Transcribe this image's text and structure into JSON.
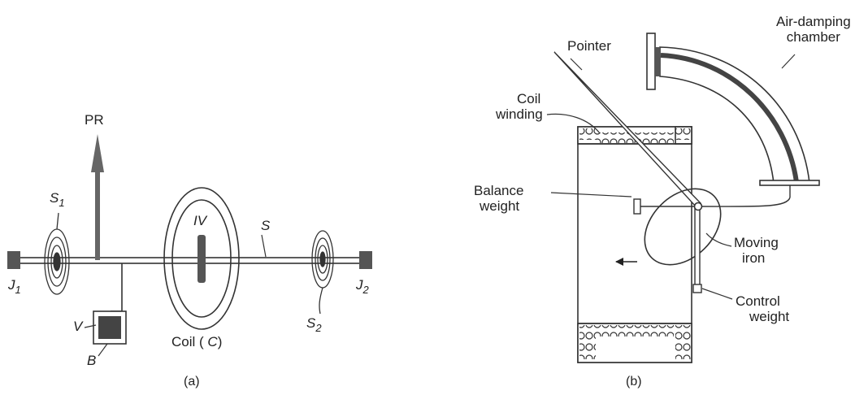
{
  "figure_a": {
    "pr": "PR",
    "s1": {
      "base": "S",
      "sub": "1"
    },
    "iv": "IV",
    "s": "S",
    "s2": {
      "base": "S",
      "sub": "2"
    },
    "j1": {
      "base": "J",
      "sub": "1"
    },
    "j2": {
      "base": "J",
      "sub": "2"
    },
    "v": "V",
    "b": "B",
    "coil": {
      "text": "Coil ( ",
      "sym": "C",
      "close": ")"
    },
    "caption": "(a)"
  },
  "figure_b": {
    "pointer": "Pointer",
    "air_damping_chamber": [
      "Air-damping",
      "chamber"
    ],
    "coil_winding": [
      "Coil",
      "winding"
    ],
    "balance_weight": [
      "Balance",
      "weight"
    ],
    "moving_iron": [
      "Moving",
      "iron"
    ],
    "control_weight": [
      "Control",
      "weight"
    ],
    "caption": "(b)"
  }
}
